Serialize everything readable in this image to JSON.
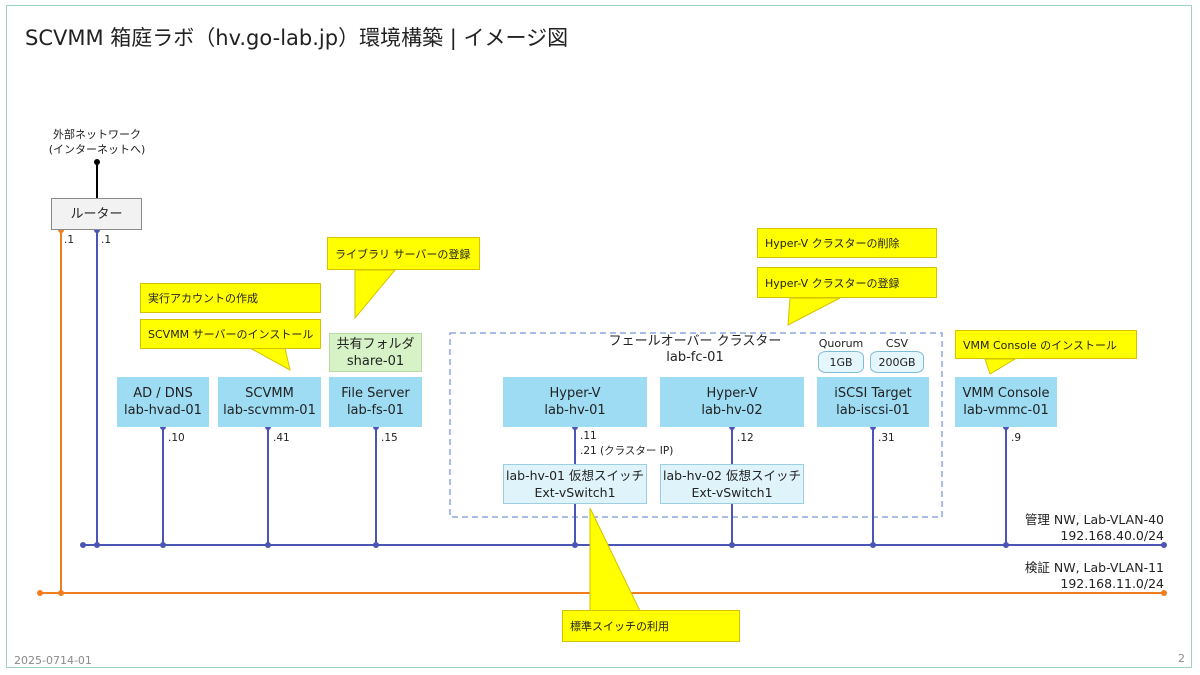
{
  "title": "SCVMM 箱庭ラボ（hv.go-lab.jp）環境構築 | イメージ図",
  "external": {
    "line1": "外部ネットワーク",
    "line2": "(インターネットへ)"
  },
  "router": {
    "label": "ルーター",
    "ip_verify": ".1",
    "ip_mgmt": ".1"
  },
  "servers": {
    "ad": {
      "line1": "AD / DNS",
      "line2": "lab-hvad-01",
      "ip": ".10"
    },
    "scvmm": {
      "line1": "SCVMM",
      "line2": "lab-scvmm-01",
      "ip": ".41"
    },
    "fs": {
      "line1": "File Server",
      "line2": "lab-fs-01",
      "ip": ".15"
    },
    "share": {
      "line1": "共有フォルダ",
      "line2": "share-01"
    },
    "hv1": {
      "line1": "Hyper-V",
      "line2": "lab-hv-01",
      "ip": ".11",
      "ip2": ".21 (クラスター IP)"
    },
    "hv2": {
      "line1": "Hyper-V",
      "line2": "lab-hv-02",
      "ip": ".12"
    },
    "iscsi": {
      "line1": "iSCSI Target",
      "line2": "lab-iscsi-01",
      "ip": ".31"
    },
    "vmmc": {
      "line1": "VMM Console",
      "line2": "lab-vmmc-01",
      "ip": ".9"
    }
  },
  "switches": {
    "sw1": {
      "line1": "lab-hv-01 仮想スイッチ",
      "line2": "Ext-vSwitch1"
    },
    "sw2": {
      "line1": "lab-hv-02 仮想スイッチ",
      "line2": "Ext-vSwitch1"
    }
  },
  "cluster": {
    "line1": "フェールオーバー クラスター",
    "line2": "lab-fc-01"
  },
  "disks": {
    "quorum": {
      "title": "Quorum",
      "size": "1GB"
    },
    "csv": {
      "title": "CSV",
      "size": "200GB"
    }
  },
  "callouts": {
    "runas": "実行アカウントの作成",
    "scvmm_install": "SCVMM サーバーのインストール",
    "library": "ライブラリ サーバーの登録",
    "cluster_delete": "Hyper-V クラスターの削除",
    "cluster_register": "Hyper-V クラスターの登録",
    "console_install": "VMM Console のインストール",
    "std_switch": "標準スイッチの利用"
  },
  "networks": {
    "mgmt": {
      "line1": "管理 NW, Lab-VLAN-40",
      "line2": "192.168.40.0/24",
      "color": "#4a55b5"
    },
    "verify": {
      "line1": "検証 NW, Lab-VLAN-11",
      "line2": "192.168.11.0/24",
      "color": "#f07d1e"
    }
  },
  "footer": {
    "doc_id": "2025-0714-01",
    "page": "2"
  }
}
